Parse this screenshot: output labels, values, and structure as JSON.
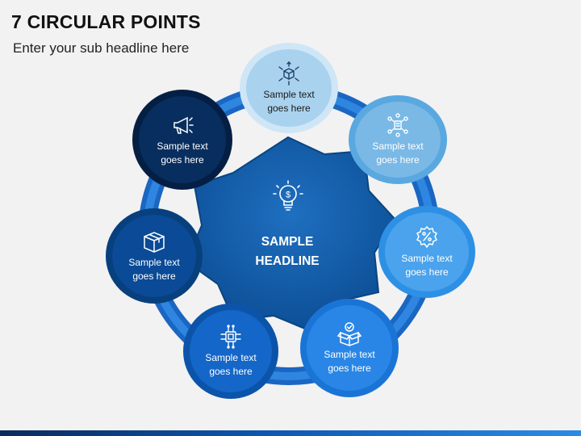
{
  "header": {
    "title": "7 CIRCULAR POINTS",
    "subtitle": "Enter your sub headline here"
  },
  "center": {
    "line1": "SAMPLE",
    "line2": "HEADLINE",
    "icon": "lightbulb-dollar-icon"
  },
  "points": [
    {
      "text1": "Sample text",
      "text2": "goes here",
      "icon": "cube-arrows-icon"
    },
    {
      "text1": "Sample text",
      "text2": "goes here",
      "icon": "network-hub-icon"
    },
    {
      "text1": "Sample text",
      "text2": "goes here",
      "icon": "percent-badge-icon"
    },
    {
      "text1": "Sample text",
      "text2": "goes here",
      "icon": "open-box-check-icon"
    },
    {
      "text1": "Sample text",
      "text2": "goes here",
      "icon": "processor-chip-icon"
    },
    {
      "text1": "Sample text",
      "text2": "goes here",
      "icon": "package-box-icon"
    },
    {
      "text1": "Sample text",
      "text2": "goes here",
      "icon": "megaphone-icon"
    }
  ],
  "colors": {
    "ring": "#1e6fd0",
    "center_star": "#0f5aa8",
    "point_fills": [
      "#a9d2ee",
      "#7ab9e6",
      "#4aa3ec",
      "#2a86e6",
      "#1466c8",
      "#0a4a96",
      "#072e5e"
    ],
    "point_rims": [
      "#cfe6f7",
      "#5aa8e0",
      "#2e90e4",
      "#1a74d6",
      "#0b54aa",
      "#08407e",
      "#051f44"
    ]
  }
}
